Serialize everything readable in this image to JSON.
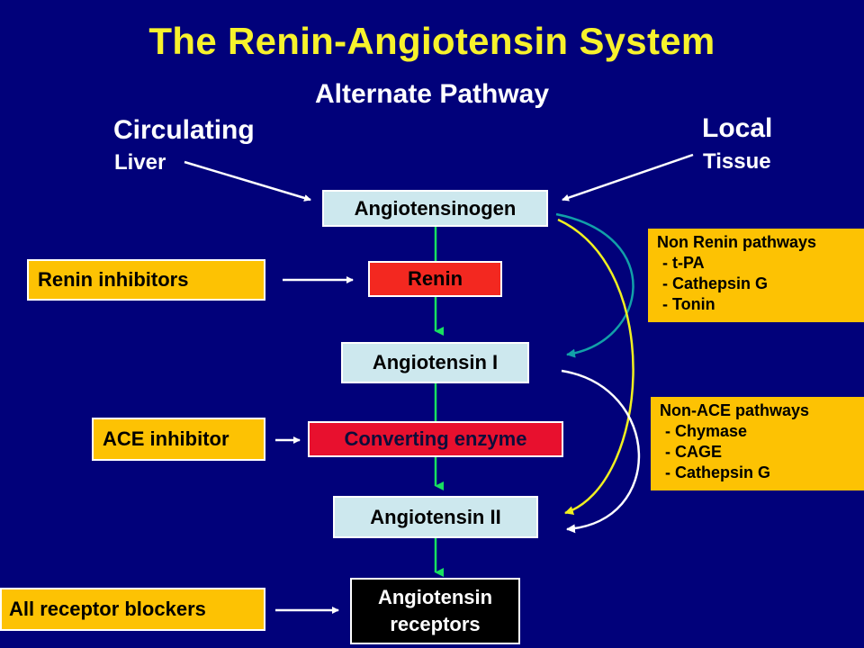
{
  "title": "The Renin-Angiotensin System",
  "subtitle": "Alternate Pathway",
  "circulating": {
    "heading": "Circulating",
    "source": "Liver"
  },
  "local": {
    "heading": "Local",
    "source": "Tissue"
  },
  "steps": {
    "angiotensinogen": "Angiotensinogen",
    "renin": "Renin",
    "angiotensin_1": "Angiotensin I",
    "converting_enzyme": "Converting enzyme",
    "angiotensin_2": "Angiotensin II",
    "receptors_line1": "Angiotensin",
    "receptors_line2": "receptors"
  },
  "inhibitors": {
    "renin": "Renin inhibitors",
    "ace": "ACE inhibitor",
    "receptor": "All receptor blockers"
  },
  "non_renin": {
    "title": "Non Renin pathways",
    "items": [
      "- t-PA",
      "- Cathepsin G",
      "- Tonin"
    ]
  },
  "non_ace": {
    "title": "Non-ACE pathways",
    "items": [
      "- Chymase",
      "- CAGE",
      "- Cathepsin G"
    ]
  },
  "colors": {
    "background": "#01017a",
    "title": "#f7f22c",
    "step_box": "#cde8ee",
    "inhibitor_box": "#fdc203",
    "renin_box": "#f32820",
    "enzyme_box": "#e8102e",
    "receptor_box": "#000000",
    "flow_arrow": "#18e060",
    "teal_arrow": "#12a0a8",
    "yellow_arrow": "#f0f020",
    "white_arrow": "#ffffff"
  }
}
